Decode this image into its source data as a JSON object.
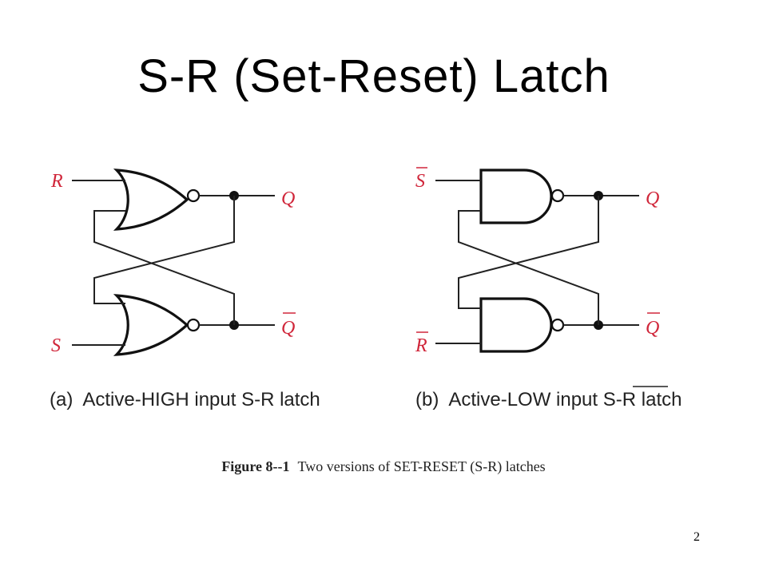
{
  "slide": {
    "title": "S-R (Set-Reset) Latch",
    "page_number": "2"
  },
  "circuit_a": {
    "input_top": "R",
    "input_bottom": "S",
    "output_top": "Q",
    "output_bottom": "Q",
    "caption": "(a)  Active-HIGH input S-R latch"
  },
  "circuit_b": {
    "input_top": "S",
    "input_bottom": "R",
    "output_top": "Q",
    "output_bottom": "Q",
    "caption_prefix": "(b)  Active-LOW input ",
    "caption_overlined": "S-R",
    "caption_suffix": " latch"
  },
  "figure": {
    "label": "Figure 8--1",
    "text": "Two versions of SET-RESET (S-R) latches"
  },
  "colors": {
    "label_red": "#d0263a",
    "line": "#111111"
  }
}
